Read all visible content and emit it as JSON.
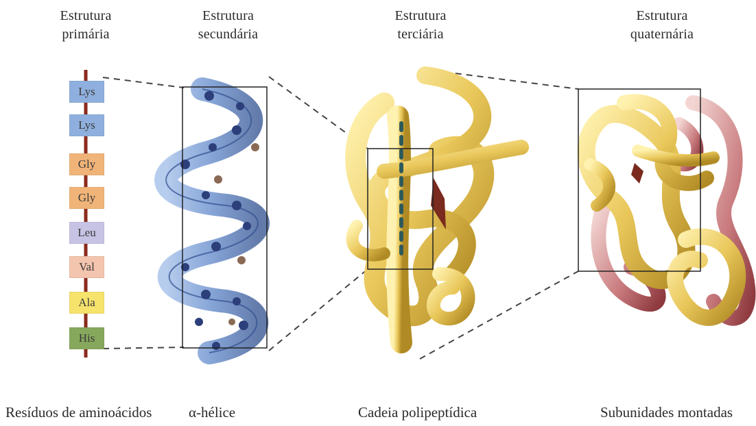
{
  "levels": [
    {
      "title_line1": "Estrutura",
      "title_line2": "primária",
      "caption": "Resíduos de aminoácidos"
    },
    {
      "title_line1": "Estrutura",
      "title_line2": "secundária",
      "caption": "α-hélice"
    },
    {
      "title_line1": "Estrutura",
      "title_line2": "terciária",
      "caption": "Cadeia polipeptídica"
    },
    {
      "title_line1": "Estrutura",
      "title_line2": "quaternária",
      "caption": "Subunidades montadas"
    }
  ],
  "residues": [
    {
      "label": "Lys",
      "color": "#8fb0de"
    },
    {
      "label": "Lys",
      "color": "#8fb0de"
    },
    {
      "label": "Gly",
      "color": "#f0b479"
    },
    {
      "label": "Gly",
      "color": "#f0b479"
    },
    {
      "label": "Leu",
      "color": "#c7c3e4"
    },
    {
      "label": "Val",
      "color": "#f3c4ae"
    },
    {
      "label": "Ala",
      "color": "#f5e36c"
    },
    {
      "label": "His",
      "color": "#86a85c"
    }
  ],
  "colors": {
    "backbone": "#8a2a1c",
    "helix": "#5d86c9",
    "chain": "#e8c85a",
    "subunit_red": "#c97b7e",
    "frame": "#222222"
  }
}
